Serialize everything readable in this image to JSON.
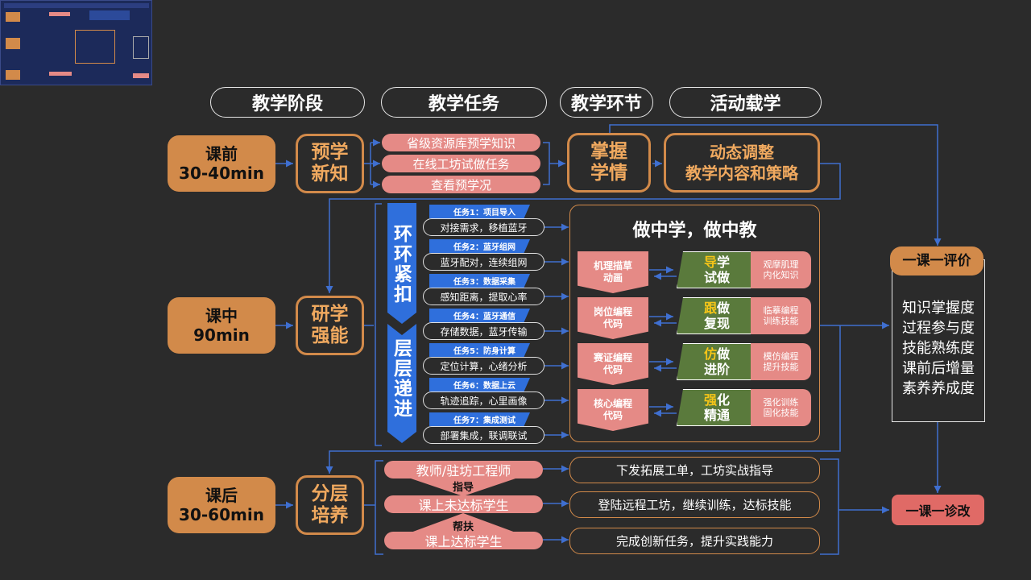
{
  "headers": [
    "教学阶段",
    "教学任务",
    "教学环节",
    "活动载学"
  ],
  "stages": {
    "pre": {
      "line1": "课前",
      "line2": "30-40min"
    },
    "mid": {
      "line1": "课中",
      "line2": "90min"
    },
    "post": {
      "line1": "课后",
      "line2": "30-60min"
    }
  },
  "modes": {
    "pre": {
      "line1": "预学",
      "line2": "新知"
    },
    "mid": {
      "line1": "研学",
      "line2": "强能"
    },
    "post": {
      "line1": "分层",
      "line2": "培养"
    }
  },
  "pre_tasks": [
    "省级资源库预学知识",
    "在线工坊试做任务",
    "查看预学况"
  ],
  "pre_link": {
    "line1": "掌握",
    "line2": "学情"
  },
  "pre_activity": {
    "line1": "动态调整",
    "line2": "教学内容和策略"
  },
  "arrow_text": {
    "top": "环环紧扣",
    "bottom": "层层递进"
  },
  "tasks": [
    {
      "label": "任务1：项目导入",
      "desc": "对接需求，移植蓝牙"
    },
    {
      "label": "任务2：蓝牙组网",
      "desc": "蓝牙配对，连续组网"
    },
    {
      "label": "任务3：数据采集",
      "desc": "感知距离，提取心率"
    },
    {
      "label": "任务4：蓝牙通信",
      "desc": "存储数据，蓝牙传输"
    },
    {
      "label": "任务5：防身计算",
      "desc": "定位计算，心绪分析"
    },
    {
      "label": "任务6：数据上云",
      "desc": "轨迹追踪，心里画像"
    },
    {
      "label": "任务7：集成测试",
      "desc": "部署集成，联调联试"
    }
  ],
  "do_learn": {
    "title": "做中学，做中教",
    "rows": [
      {
        "pink1": "机理描草",
        "pink2": "动画",
        "hl": "导",
        "rest": "学",
        "line2": "试做",
        "d1": "观摩肌理",
        "d2": "内化知识"
      },
      {
        "pink1": "岗位编程",
        "pink2": "代码",
        "hl": "跟",
        "rest": "做",
        "line2": "复现",
        "d1": "临摹编程",
        "d2": "训练技能"
      },
      {
        "pink1": "赛证编程",
        "pink2": "代码",
        "hl": "仿",
        "rest": "做",
        "line2": "进阶",
        "d1": "模仿编程",
        "d2": "提升技能"
      },
      {
        "pink1": "核心编程",
        "pink2": "代码",
        "hl": "强",
        "rest": "化",
        "line2": "精通",
        "d1": "强化训练",
        "d2": "固化技能"
      }
    ]
  },
  "evaluation": {
    "title": "一课一评价",
    "items": [
      "知识掌握度",
      "过程参与度",
      "技能熟练度",
      "课前后增量",
      "素养养成度"
    ]
  },
  "diagnosis": "一课一诊改",
  "post": {
    "roles": [
      "教师/驻坊工程师",
      "课上未达标学生",
      "课上达标学生"
    ],
    "connectors": [
      "指导",
      "帮扶"
    ],
    "outcomes": [
      "下发拓展工单，工坊实战指导",
      "登陆远程工坊，继续训练，达标技能",
      "完成创新任务，提升实践能力"
    ]
  },
  "colors": {
    "orange": "#d28a4a",
    "pink": "#e58a86",
    "blue": "#2f6fdc",
    "green": "#5a7a3c",
    "line": "#3f6fd0"
  }
}
